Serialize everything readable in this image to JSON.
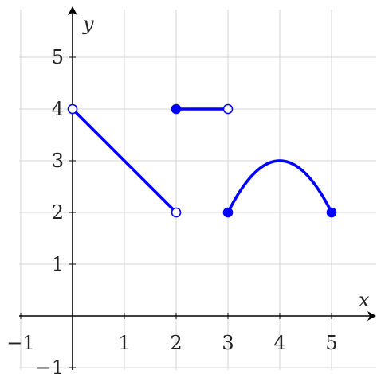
{
  "chart_data": {
    "type": "line",
    "xlabel": "x",
    "ylabel": "y",
    "xlim": [
      -1,
      5.75
    ],
    "ylim": [
      -1,
      6
    ],
    "grid": true,
    "x_ticks": [
      {
        "value": -1,
        "label": "−1"
      },
      {
        "value": 1,
        "label": "1"
      },
      {
        "value": 2,
        "label": "2"
      },
      {
        "value": 3,
        "label": "3"
      },
      {
        "value": 4,
        "label": "4"
      },
      {
        "value": 5,
        "label": "5"
      }
    ],
    "y_ticks": [
      {
        "value": -1,
        "label": "−1"
      },
      {
        "value": 1,
        "label": "1"
      },
      {
        "value": 2,
        "label": "2"
      },
      {
        "value": 3,
        "label": "3"
      },
      {
        "value": 4,
        "label": "4"
      },
      {
        "value": 5,
        "label": "5"
      }
    ],
    "series": [
      {
        "kind": "line",
        "points": [
          [
            0,
            4
          ],
          [
            2,
            2
          ]
        ],
        "start": "open",
        "end": "open"
      },
      {
        "kind": "line",
        "points": [
          [
            2,
            4
          ],
          [
            3,
            4
          ]
        ],
        "start": "closed",
        "end": "open"
      },
      {
        "kind": "parabola",
        "points": [
          [
            3,
            2
          ],
          [
            4,
            3
          ],
          [
            5,
            2
          ]
        ],
        "start": "closed",
        "end": "closed"
      }
    ],
    "color": "#0000ff"
  }
}
